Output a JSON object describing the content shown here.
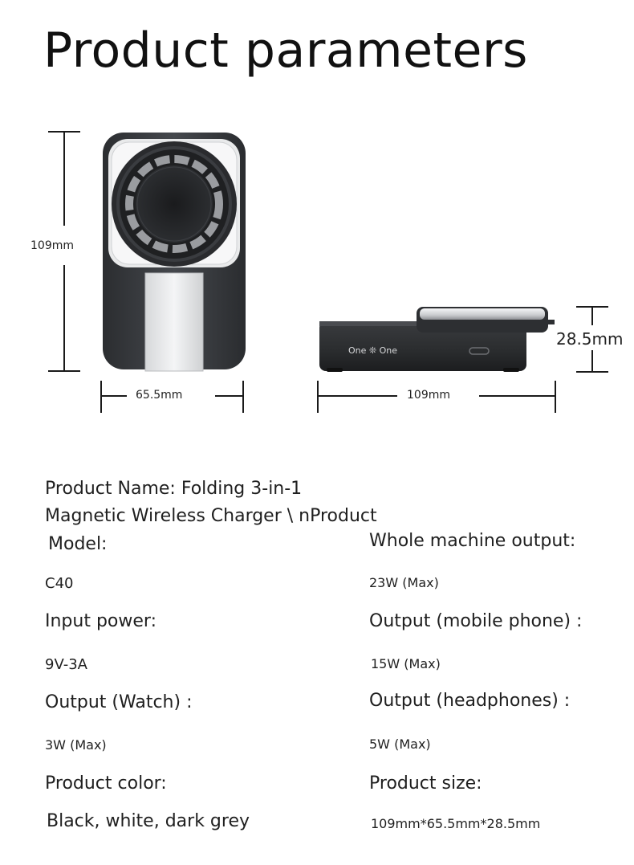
{
  "header": {
    "title": "Product parameters"
  },
  "dimensions": {
    "front_height": "109mm",
    "front_width": "65.5mm",
    "side_length": "109mm",
    "side_thickness": "28.5mm",
    "brand_mark": "One ❊ One"
  },
  "specs": {
    "name_line1": "Product Name: Folding 3-in-1",
    "name_line2": "Magnetic Wireless Charger \\ nProduct",
    "model_label": "Model:",
    "model_value": "C40",
    "whole_output_label": "Whole machine output:",
    "whole_output_value": "23W (Max)",
    "input_label": "Input power:",
    "input_value": "9V-3A",
    "phone_label": "Output (mobile phone) :",
    "phone_value": "15W (Max)",
    "watch_label": "Output (Watch) :",
    "watch_value": "3W (Max)",
    "headphones_label": "Output (headphones) :",
    "headphones_value": "5W (Max)",
    "color_label": "Product color:",
    "color_value": "Black, white, dark grey",
    "size_label": "Product size:",
    "size_value": "109mm*65.5mm*28.5mm"
  }
}
